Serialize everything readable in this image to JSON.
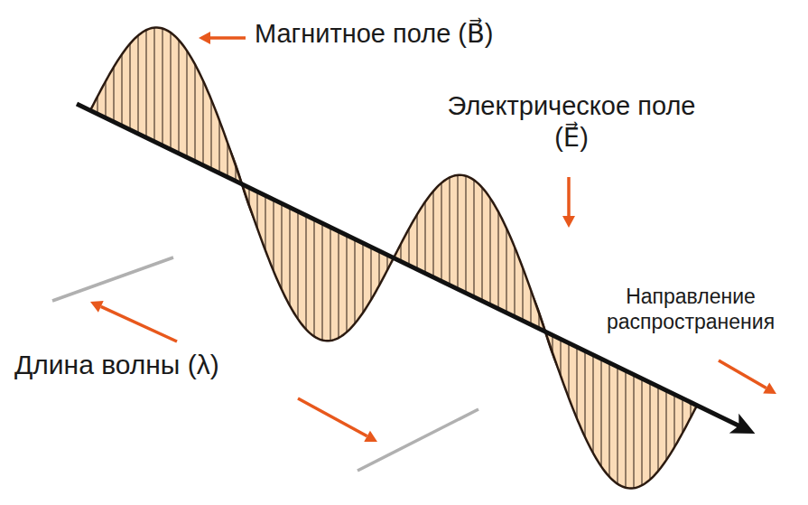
{
  "diagram": {
    "labels": [
      "Магнитное поле (B⃗)",
      "Электрическое поле (E⃗)",
      "Направление распространения",
      "Длина волны (λ)"
    ]
  }
}
